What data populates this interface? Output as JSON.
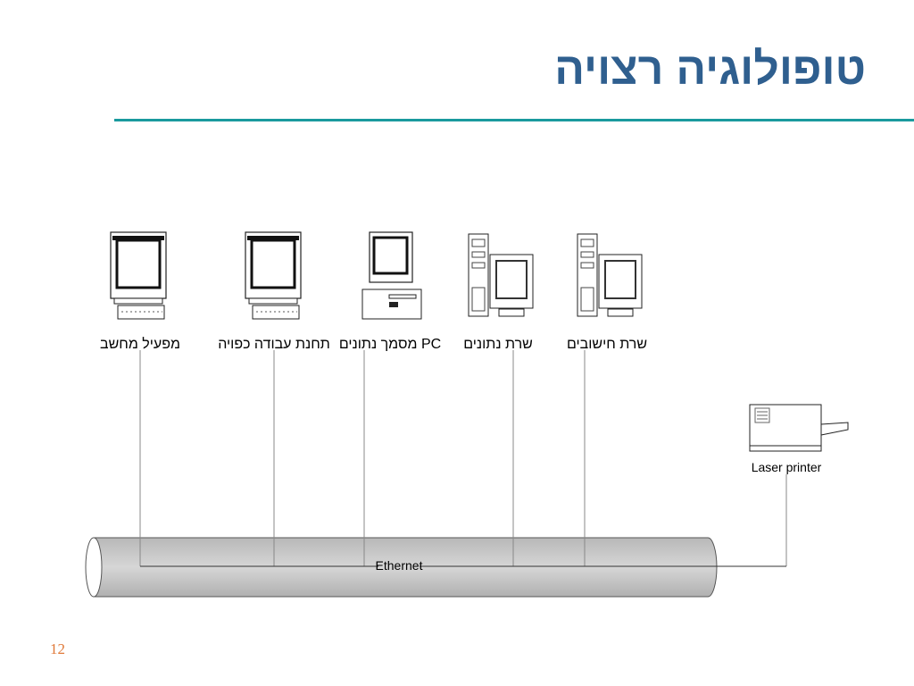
{
  "title": "טופולוגיה רצויה",
  "page_number": "12",
  "network_label": "Ethernet",
  "nodes": [
    {
      "id": "terminal-1",
      "icon": "terminal-icon",
      "label": "מפעיל מחשב"
    },
    {
      "id": "terminal-2",
      "icon": "terminal-icon",
      "label": "תחנת עבודה כפויה"
    },
    {
      "id": "pc",
      "icon": "desktop-pc-icon",
      "label": "מסמך נתונים PC"
    },
    {
      "id": "server-data",
      "icon": "server-icon",
      "label": "שרת נתונים"
    },
    {
      "id": "server-compute",
      "icon": "server-icon",
      "label": "שרת חישובים"
    },
    {
      "id": "printer",
      "icon": "laser-printer-icon",
      "label": "Laser printer"
    }
  ],
  "colors": {
    "title": "#2f5f8f",
    "rule": "#1a9a9e",
    "page_number": "#e07a3a",
    "cable": "#c8c8c8"
  }
}
